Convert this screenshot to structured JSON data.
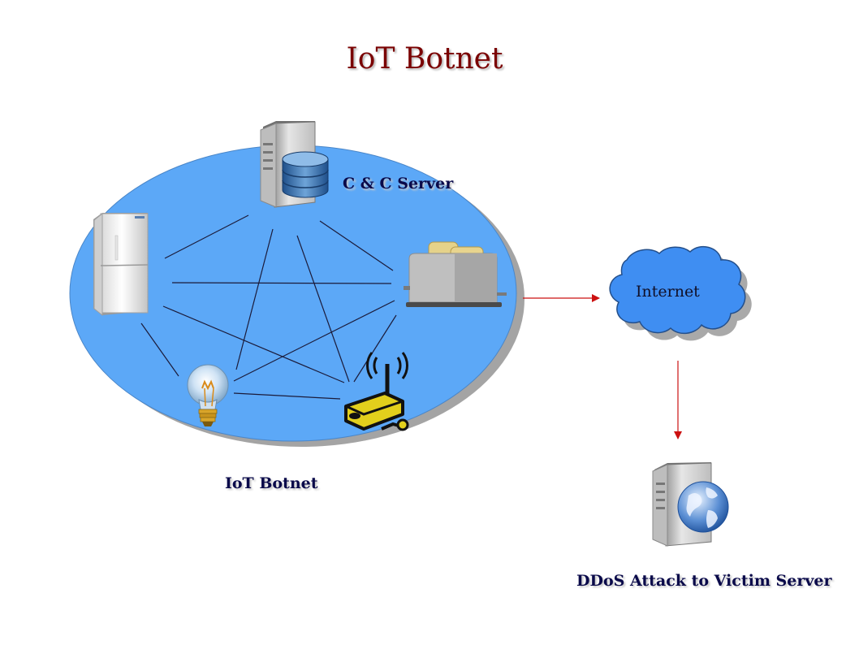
{
  "title": "IoT Botnet",
  "labels": {
    "cc_server": "C & C Server",
    "botnet": "IoT Botnet",
    "internet": "Internet",
    "victim": "DDoS Attack to Victim Server"
  },
  "colors": {
    "botnet_area": "#5ca8f7",
    "cloud": "#3f8ef2",
    "arrow": "#cc1111",
    "title": "#7a0000",
    "label": "#0a0a4a"
  },
  "icons": [
    "server-database-icon",
    "refrigerator-icon",
    "toaster-icon",
    "light-bulb-icon",
    "wifi-router-icon",
    "internet-cloud-icon",
    "web-server-globe-icon"
  ]
}
